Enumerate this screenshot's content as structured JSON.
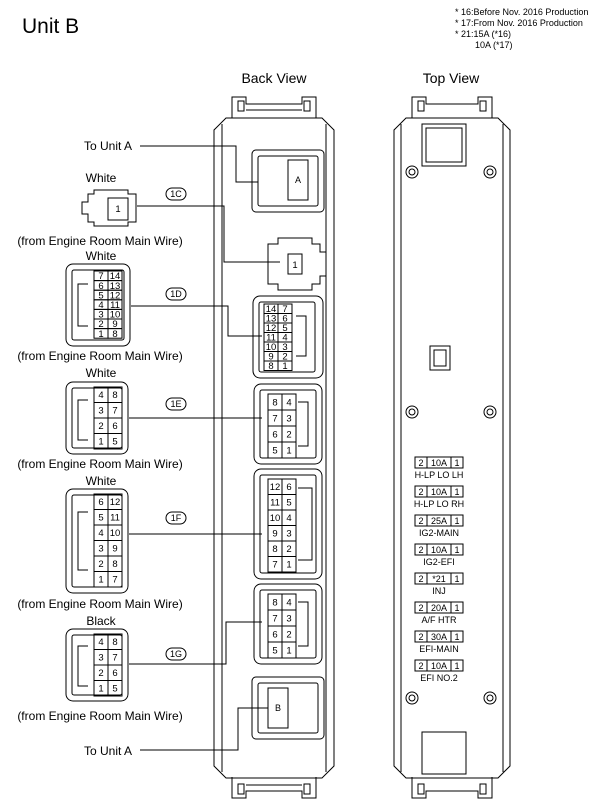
{
  "title": "Unit B",
  "notes": [
    "* 16:Before Nov. 2016 Production",
    "* 17:From Nov. 2016 Production",
    "* 21:15A (*16)",
    "10A (*17)"
  ],
  "views": {
    "back": "Back View",
    "top": "Top View"
  },
  "to_unit_a": "To Unit A",
  "connectors": [
    {
      "id": "1C",
      "color": "White",
      "from": "(from Engine Room Main Wire)",
      "pins": [
        "1"
      ],
      "unit_pins": [
        "1"
      ]
    },
    {
      "id": "1D",
      "color": "White",
      "from": "(from Engine Room Main Wire)",
      "pins": [
        "7",
        "14",
        "6",
        "13",
        "5",
        "12",
        "4",
        "11",
        "3",
        "10",
        "2",
        "9",
        "1",
        "8"
      ],
      "unit_pins": [
        "14",
        "7",
        "13",
        "6",
        "12",
        "5",
        "11",
        "4",
        "10",
        "3",
        "9",
        "2",
        "8",
        "1"
      ]
    },
    {
      "id": "1E",
      "color": "White",
      "from": "(from Engine Room Main Wire)",
      "pins": [
        "4",
        "8",
        "3",
        "7",
        "2",
        "6",
        "1",
        "5"
      ],
      "unit_pins": [
        "8",
        "4",
        "7",
        "3",
        "6",
        "2",
        "5",
        "1"
      ]
    },
    {
      "id": "1F",
      "color": "White",
      "from": "(from Engine Room Main Wire)",
      "pins": [
        "6",
        "12",
        "5",
        "11",
        "4",
        "10",
        "3",
        "9",
        "2",
        "8",
        "1",
        "7"
      ],
      "unit_pins": [
        "12",
        "6",
        "11",
        "5",
        "10",
        "4",
        "9",
        "3",
        "8",
        "2",
        "7",
        "1"
      ]
    },
    {
      "id": "1G",
      "color": "Black",
      "from": "(from Engine Room Main Wire)",
      "pins": [
        "4",
        "8",
        "3",
        "7",
        "2",
        "6",
        "1",
        "5"
      ],
      "unit_pins": [
        "8",
        "4",
        "7",
        "3",
        "6",
        "2",
        "5",
        "1"
      ]
    }
  ],
  "sockets": {
    "a": "A",
    "b": "B"
  },
  "fuses": [
    {
      "left": "2",
      "rating": "10A",
      "right": "1",
      "name": "H-LP LO LH"
    },
    {
      "left": "2",
      "rating": "10A",
      "right": "1",
      "name": "H-LP LO RH"
    },
    {
      "left": "2",
      "rating": "25A",
      "right": "1",
      "name": "IG2-MAIN"
    },
    {
      "left": "2",
      "rating": "10A",
      "right": "1",
      "name": "IG2-EFI"
    },
    {
      "left": "2",
      "rating": "*21",
      "right": "1",
      "name": "INJ"
    },
    {
      "left": "2",
      "rating": "20A",
      "right": "1",
      "name": "A/F HTR"
    },
    {
      "left": "2",
      "rating": "30A",
      "right": "1",
      "name": "EFI-MAIN"
    },
    {
      "left": "2",
      "rating": "10A",
      "right": "1",
      "name": "EFI NO.2"
    }
  ]
}
